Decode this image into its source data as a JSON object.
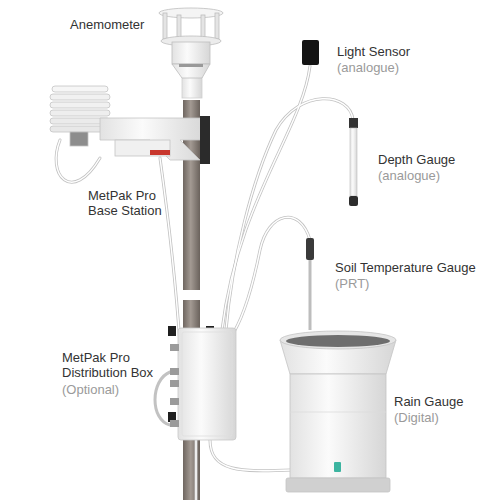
{
  "diagram": {
    "labels": [
      "Anemometer",
      "Light Sensor",
      "(analogue)",
      "MetPak Pro Base Station",
      "Depth Gauge",
      "(analogue)",
      "Soil Temperature Gauge",
      "(PRT)",
      "MetPak Pro Distribution Box",
      "(Optional)",
      "Rain Gauge",
      "(Digital)"
    ]
  }
}
